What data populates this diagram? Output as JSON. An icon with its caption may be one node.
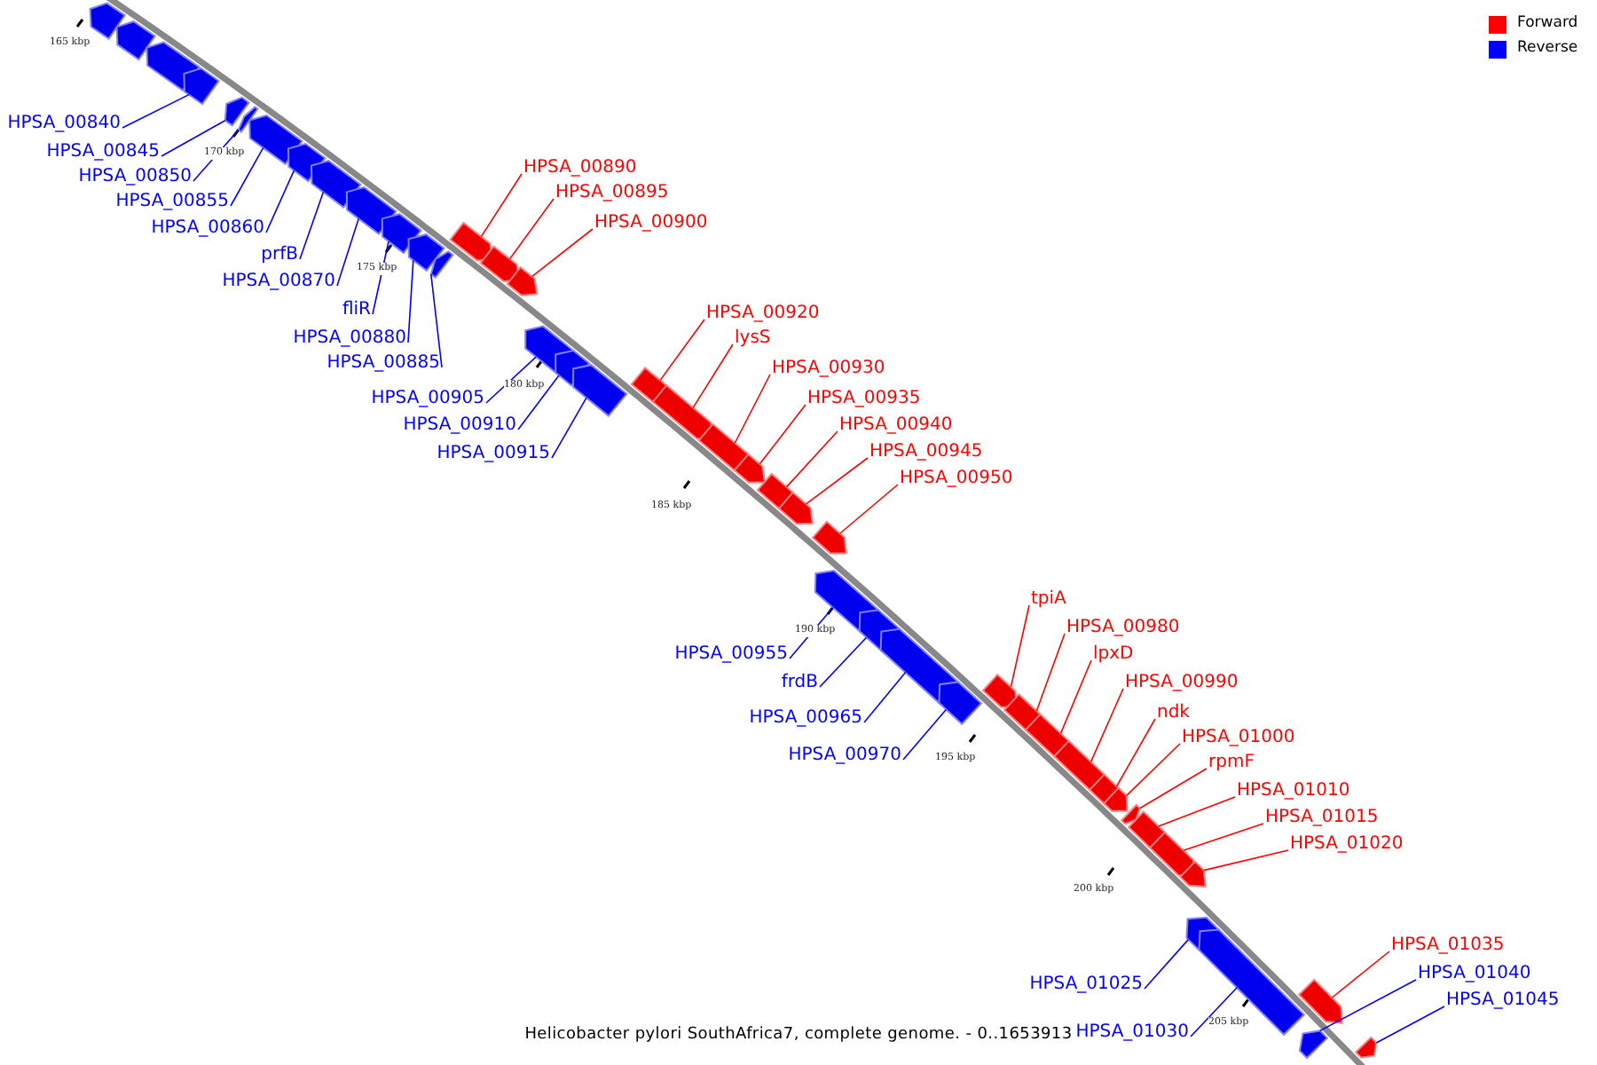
{
  "diagram": {
    "caption": "Helicobacter pylori SouthAfrica7, complete genome. - 0..1653913",
    "nodes": [
      {
        "text": [
          "HPSA_00840"
        ]
      },
      {
        "text": [
          "HPSA_00845"
        ]
      },
      {
        "text": [
          "HPSA_00850"
        ]
      },
      {
        "text": [
          "HPSA_00855"
        ]
      },
      {
        "text": [
          "HPSA_00860"
        ]
      },
      {
        "text": [
          "prfB"
        ]
      },
      {
        "text": [
          "HPSA_00870"
        ]
      },
      {
        "text": [
          "fliR"
        ]
      },
      {
        "text": [
          "HPSA_00880"
        ]
      },
      {
        "text": [
          "HPSA_00885"
        ]
      },
      {
        "text": [
          "HPSA_00890"
        ]
      },
      {
        "text": [
          "HPSA_00895"
        ]
      },
      {
        "text": [
          "HPSA_00900"
        ]
      },
      {
        "text": [
          "HPSA_00905"
        ]
      },
      {
        "text": [
          "HPSA_00910"
        ]
      },
      {
        "text": [
          "HPSA_00915"
        ]
      },
      {
        "text": [
          "HPSA_00920"
        ]
      },
      {
        "text": [
          "lysS"
        ]
      },
      {
        "text": [
          "HPSA_00930"
        ]
      },
      {
        "text": [
          "HPSA_00935"
        ]
      },
      {
        "text": [
          "HPSA_00940"
        ]
      },
      {
        "text": [
          "HPSA_00945"
        ]
      },
      {
        "text": [
          "HPSA_00950"
        ]
      },
      {
        "text": [
          "HPSA_00955"
        ]
      },
      {
        "text": [
          "frdB"
        ]
      },
      {
        "text": [
          "HPSA_00965"
        ]
      },
      {
        "text": [
          "HPSA_00970"
        ]
      },
      {
        "text": [
          "tpiA"
        ]
      },
      {
        "text": [
          "HPSA_00980"
        ]
      },
      {
        "text": [
          "lpxD"
        ]
      },
      {
        "text": [
          "HPSA_00990"
        ]
      },
      {
        "text": [
          "ndk"
        ]
      },
      {
        "text": [
          "HPSA_01000"
        ]
      },
      {
        "text": [
          "rpmF"
        ]
      },
      {
        "text": [
          "HPSA_01010"
        ]
      },
      {
        "text": [
          "HPSA_01015"
        ]
      },
      {
        "text": [
          "HPSA_01020"
        ]
      },
      {
        "text": [
          "HPSA_01025"
        ]
      },
      {
        "text": [
          "HPSA_01030"
        ]
      },
      {
        "text": [
          "HPSA_01035"
        ]
      },
      {
        "text": [
          "HPSA_01040"
        ]
      },
      {
        "text": [
          "HPSA_01045"
        ]
      },
      {
        "text": [],
        "shape": "box"
      },
      {
        "text": [],
        "shape": "box"
      },
      {
        "text": [],
        "shape": "box"
      },
      {
        "text": [],
        "shape": "box"
      },
      {
        "text": [],
        "shape": "box"
      },
      {
        "text": [],
        "shape": "box"
      },
      {
        "text": [],
        "shape": "box"
      },
      {
        "text": [],
        "shape": "box"
      },
      {
        "text": [],
        "shape": "box"
      },
      {
        "text": [],
        "shape": "box"
      },
      {
        "text": [],
        "shape": "box"
      },
      {
        "text": [],
        "shape": "box"
      },
      {
        "text": [],
        "shape": "box"
      },
      {
        "text": [],
        "shape": "box"
      },
      {
        "text": [],
        "shape": "box"
      },
      {
        "text": [],
        "shape": "box"
      },
      {
        "text": [],
        "shape": "box"
      },
      {
        "text": [],
        "shape": "box"
      },
      {
        "text": [],
        "shape": "box"
      },
      {
        "text": [],
        "shape": "box"
      },
      {
        "text": [],
        "shape": "box"
      },
      {
        "text": [],
        "shape": "box"
      },
      {
        "text": [],
        "shape": "box"
      },
      {
        "text": [],
        "shape": "box"
      },
      {
        "text": [],
        "shape": "box"
      },
      {
        "text": [],
        "shape": "box"
      },
      {
        "text": [],
        "shape": "box"
      },
      {
        "text": [],
        "shape": "box"
      },
      {
        "text": [],
        "shape": "box"
      },
      {
        "text": [],
        "shape": "box"
      },
      {
        "text": [],
        "shape": "box"
      },
      {
        "text": [],
        "shape": "box"
      },
      {
        "text": [],
        "shape": "box"
      },
      {
        "text": [],
        "shape": "box"
      },
      {
        "text": [],
        "shape": "box"
      },
      {
        "text": [],
        "shape": "box"
      },
      {
        "text": [],
        "shape": "box"
      },
      {
        "text": [],
        "shape": "box"
      },
      {
        "text": [],
        "shape": "box"
      },
      {
        "text": [],
        "shape": "box"
      },
      {
        "text": [],
        "shape": "box"
      },
      {
        "text": [],
        "shape": "box"
      },
      {
        "text": [],
        "shape": "box"
      },
      {
        "text": [],
        "shape": "box"
      },
      {
        "text": [],
        "shape": "box"
      }
    ],
    "edges": [
      {
        "from": 0,
        "to": 45,
        "arrow": "none",
        "color": "#0000ff"
      },
      {
        "from": 1,
        "to": 46,
        "arrow": "none",
        "color": "#0000ff"
      },
      {
        "from": 2,
        "to": 47,
        "arrow": "none",
        "color": "#0000ff"
      },
      {
        "from": 3,
        "to": 48,
        "arrow": "none",
        "color": "#0000ff"
      },
      {
        "from": 4,
        "to": 49,
        "arrow": "none",
        "color": "#0000ff"
      },
      {
        "from": 5,
        "to": 50,
        "arrow": "none",
        "color": "#0000ff"
      },
      {
        "from": 6,
        "to": 51,
        "arrow": "none",
        "color": "#0000ff"
      },
      {
        "from": 7,
        "to": 52,
        "arrow": "none",
        "color": "#0000ff"
      },
      {
        "from": 8,
        "to": 53,
        "arrow": "none",
        "color": "#0000ff"
      },
      {
        "from": 9,
        "to": 54,
        "arrow": "none",
        "color": "#0000ff"
      },
      {
        "from": 10,
        "to": 55,
        "arrow": "none",
        "color": "#ff0000"
      },
      {
        "from": 11,
        "to": 56,
        "arrow": "none",
        "color": "#ff0000"
      },
      {
        "from": 12,
        "to": 57,
        "arrow": "none",
        "color": "#ff0000"
      },
      {
        "from": 13,
        "to": 58,
        "arrow": "none",
        "color": "#0000ff"
      },
      {
        "from": 14,
        "to": 59,
        "arrow": "none",
        "color": "#0000ff"
      },
      {
        "from": 15,
        "to": 60,
        "arrow": "none",
        "color": "#0000ff"
      },
      {
        "from": 16,
        "to": 61,
        "arrow": "none",
        "color": "#ff0000"
      },
      {
        "from": 17,
        "to": 62,
        "arrow": "none",
        "color": "#ff0000"
      },
      {
        "from": 18,
        "to": 63,
        "arrow": "none",
        "color": "#ff0000"
      },
      {
        "from": 19,
        "to": 64,
        "arrow": "none",
        "color": "#ff0000"
      },
      {
        "from": 20,
        "to": 65,
        "arrow": "none",
        "color": "#ff0000"
      },
      {
        "from": 21,
        "to": 66,
        "arrow": "none",
        "color": "#ff0000"
      },
      {
        "from": 22,
        "to": 67,
        "arrow": "none",
        "color": "#ff0000"
      },
      {
        "from": 23,
        "to": 68,
        "arrow": "none",
        "color": "#0000ff"
      },
      {
        "from": 24,
        "to": 69,
        "arrow": "none",
        "color": "#0000ff"
      },
      {
        "from": 25,
        "to": 70,
        "arrow": "none",
        "color": "#0000ff"
      },
      {
        "from": 26,
        "to": 71,
        "arrow": "none",
        "color": "#0000ff"
      },
      {
        "from": 27,
        "to": 72,
        "arrow": "none",
        "color": "#ff0000"
      },
      {
        "from": 28,
        "to": 73,
        "arrow": "none",
        "color": "#ff0000"
      },
      {
        "from": 29,
        "to": 74,
        "arrow": "none",
        "color": "#ff0000"
      },
      {
        "from": 30,
        "to": 75,
        "arrow": "none",
        "color": "#ff0000"
      },
      {
        "from": 31,
        "to": 76,
        "arrow": "none",
        "color": "#ff0000"
      },
      {
        "from": 32,
        "to": 77,
        "arrow": "none",
        "color": "#ff0000"
      },
      {
        "from": 33,
        "to": 78,
        "arrow": "none",
        "color": "#ff0000"
      },
      {
        "from": 34,
        "to": 79,
        "arrow": "none",
        "color": "#ff0000"
      },
      {
        "from": 35,
        "to": 80,
        "arrow": "none",
        "color": "#ff0000"
      },
      {
        "from": 36,
        "to": 81,
        "arrow": "none",
        "color": "#ff0000"
      },
      {
        "from": 37,
        "to": 82,
        "arrow": "none",
        "color": "#0000ff"
      },
      {
        "from": 38,
        "to": 83,
        "arrow": "none",
        "color": "#0000ff"
      },
      {
        "from": 39,
        "to": 84,
        "arrow": "none",
        "color": "#ff0000"
      },
      {
        "from": 40,
        "to": 85,
        "arrow": "none",
        "color": "#0000ff"
      },
      {
        "from": 41,
        "to": 86,
        "arrow": "none",
        "color": "#0000ff"
      }
    ],
    "labels": [
      "165 kbp",
      "170 kbp",
      "175 kbp",
      "180 kbp",
      "185 kbp",
      "190 kbp",
      "195 kbp",
      "200 kbp",
      "205 kbp"
    ],
    "legend": [
      {
        "text": "Forward",
        "color": "#ff0000"
      },
      {
        "text": "Reverse",
        "color": "#0000ff"
      }
    ]
  }
}
